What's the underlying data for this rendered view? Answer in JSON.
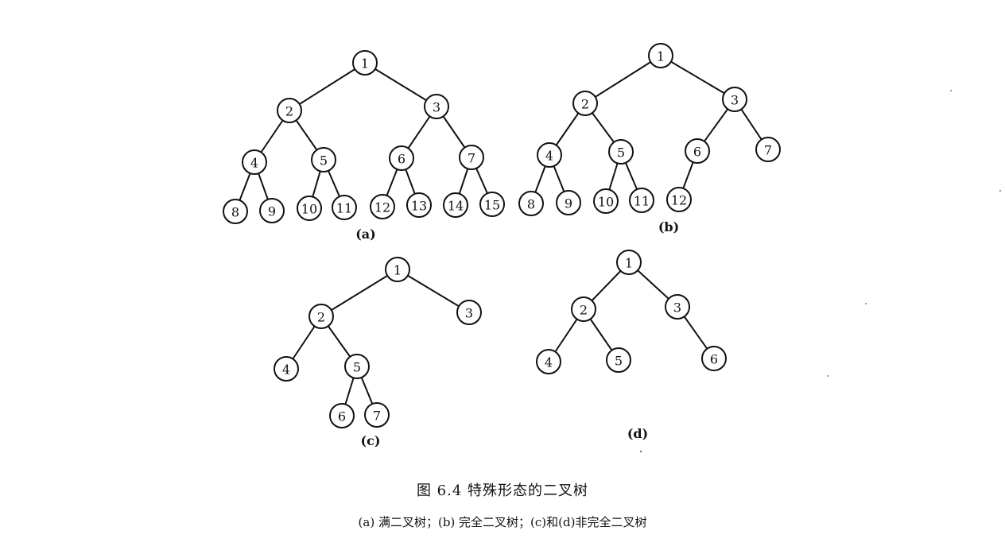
{
  "figure": {
    "title": "图 6.4   特殊形态的二叉树",
    "caption": "(a) 满二叉树；(b) 完全二叉树；(c)和(d)非完全二叉树"
  },
  "trees": [
    {
      "id": "a",
      "label": "(a)",
      "nodes": [
        "1",
        "2",
        "3",
        "4",
        "5",
        "6",
        "7",
        "8",
        "9",
        "10",
        "11",
        "12",
        "13",
        "14",
        "15"
      ],
      "edges": [
        [
          "1",
          "2"
        ],
        [
          "1",
          "3"
        ],
        [
          "2",
          "4"
        ],
        [
          "2",
          "5"
        ],
        [
          "3",
          "6"
        ],
        [
          "3",
          "7"
        ],
        [
          "4",
          "8"
        ],
        [
          "4",
          "9"
        ],
        [
          "5",
          "10"
        ],
        [
          "5",
          "11"
        ],
        [
          "6",
          "12"
        ],
        [
          "6",
          "13"
        ],
        [
          "7",
          "14"
        ],
        [
          "7",
          "15"
        ]
      ]
    },
    {
      "id": "b",
      "label": "(b)",
      "nodes": [
        "1",
        "2",
        "3",
        "4",
        "5",
        "6",
        "7",
        "8",
        "9",
        "10",
        "11",
        "12"
      ],
      "edges": [
        [
          "1",
          "2"
        ],
        [
          "1",
          "3"
        ],
        [
          "2",
          "4"
        ],
        [
          "2",
          "5"
        ],
        [
          "3",
          "6"
        ],
        [
          "3",
          "7"
        ],
        [
          "4",
          "8"
        ],
        [
          "4",
          "9"
        ],
        [
          "5",
          "10"
        ],
        [
          "5",
          "11"
        ],
        [
          "6",
          "12"
        ]
      ]
    },
    {
      "id": "c",
      "label": "(c)",
      "nodes": [
        "1",
        "2",
        "3",
        "4",
        "5",
        "6",
        "7"
      ],
      "edges": [
        [
          "1",
          "2"
        ],
        [
          "1",
          "3"
        ],
        [
          "2",
          "4"
        ],
        [
          "2",
          "5"
        ],
        [
          "5",
          "6"
        ],
        [
          "5",
          "7"
        ]
      ]
    },
    {
      "id": "d",
      "label": "(d)",
      "nodes": [
        "1",
        "2",
        "3",
        "4",
        "5",
        "6"
      ],
      "edges": [
        [
          "1",
          "2"
        ],
        [
          "1",
          "3"
        ],
        [
          "2",
          "4"
        ],
        [
          "2",
          "5"
        ],
        [
          "3",
          "6"
        ]
      ]
    }
  ]
}
